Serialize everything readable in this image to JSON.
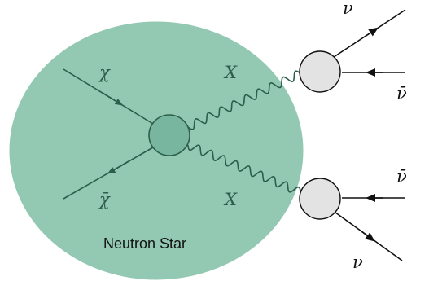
{
  "diagram": {
    "neutron_star_label": "Neutron Star",
    "particles": {
      "chi_in": "χ",
      "chi_out": "χ̄",
      "mediator_upper": "X",
      "mediator_lower": "X",
      "nu_upper_out": "ν",
      "nubar_upper_in": "ν̄",
      "nubar_lower_in": "ν̄",
      "nu_lower_out": "ν"
    },
    "colors": {
      "star_fill": "#93c8b3",
      "star_stroke": "#93c8b3",
      "vertex_main_fill": "#79b69f",
      "vertex_main_stroke": "#2d5e4c",
      "inner_line": "#2d5e4c",
      "outer_vertex_fill": "#e3e3e3",
      "outer_line": "#111111",
      "label_green": "#2f5d4b"
    }
  }
}
